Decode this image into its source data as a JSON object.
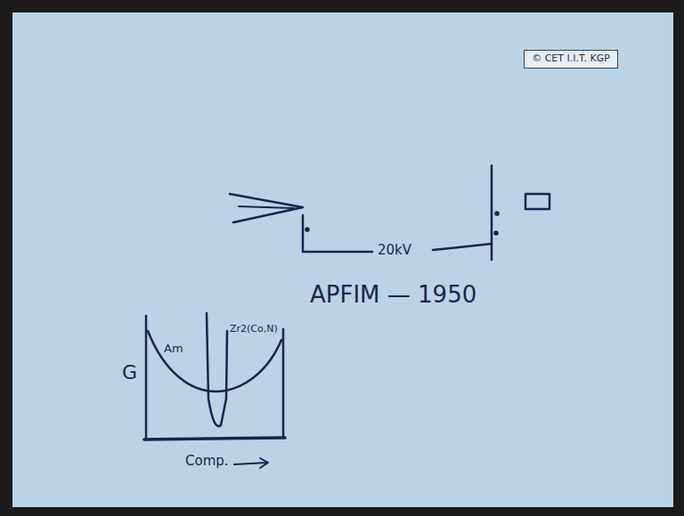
{
  "diagram": {
    "nodes": [
      {
        "text": [
          "© CET I.I.T. KGP"
        ]
      }
    ],
    "labels": [
      "20kV",
      "APFIM — 1950",
      "G",
      "Am",
      "Zr2(Co,N)",
      "Comp."
    ]
  }
}
